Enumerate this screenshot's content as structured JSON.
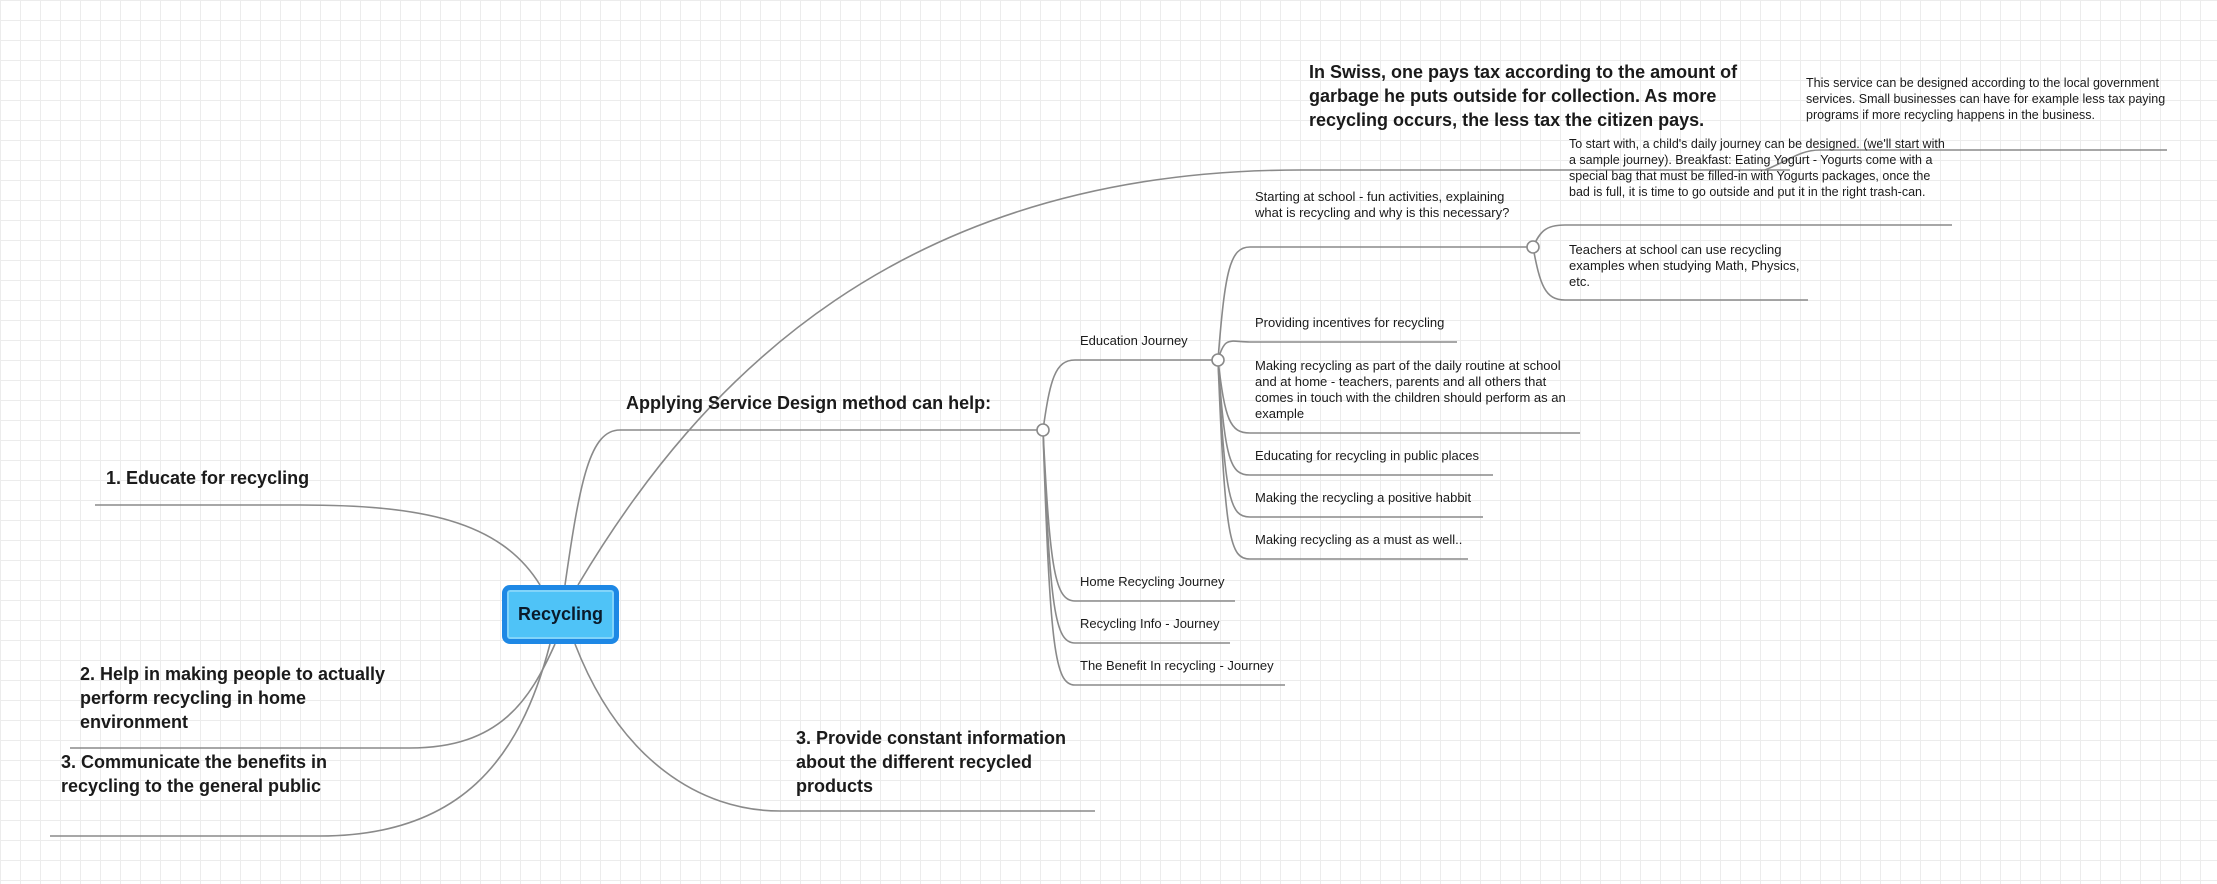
{
  "root": {
    "label": "Recycling"
  },
  "branches": {
    "educate": "1. Educate for recycling",
    "help": "2. Help in making people to actually perform recycling in home environment",
    "communicate": "3. Communicate the benefits in recycling to the general public",
    "provide": "3. Provide constant information about the different recycled products",
    "applying": "Applying Service Design method can help:",
    "swiss": "In Swiss, one pays tax according to the amount of garbage he puts outside for collection. As more recycling occurs, the less tax the citizen pays.",
    "swiss_note": "This service can be designed according to the local government services. Small businesses can have for example less tax paying programs if more recycling happens in the business."
  },
  "journeys": {
    "education": "Education Journey",
    "home": "Home Recycling Journey",
    "info": "Recycling Info - Journey",
    "benefit": "The Benefit In recycling - Journey"
  },
  "education_items": {
    "school": "Starting at school - fun activities, explaining what is recycling and why is this necessary?",
    "incentives": "Providing incentives for recycling",
    "routine": "Making recycling as part of the daily routine at school and at home - teachers, parents and all others that comes in touch with the children should perform as an example",
    "public": "Educating for recycling in public places",
    "habbit": "Making the recycling a positive habbit",
    "must": "Making recycling as a must as well.."
  },
  "school_items": {
    "journey": "To start with, a child's daily journey can be designed. (we'll start with a sample journey).  Breakfast: Eating Yogurt - Yogurts come with a special bag that must be filled-in with Yogurts packages, once the bad is full, it is time to go outside and put it in the right trash-can.",
    "teachers": "Teachers at school can use recycling examples when studying Math, Physics, etc."
  },
  "colors": {
    "line": "#8a8a8a",
    "root_fill": "#4fc3f7",
    "root_border": "#1e88e5"
  }
}
